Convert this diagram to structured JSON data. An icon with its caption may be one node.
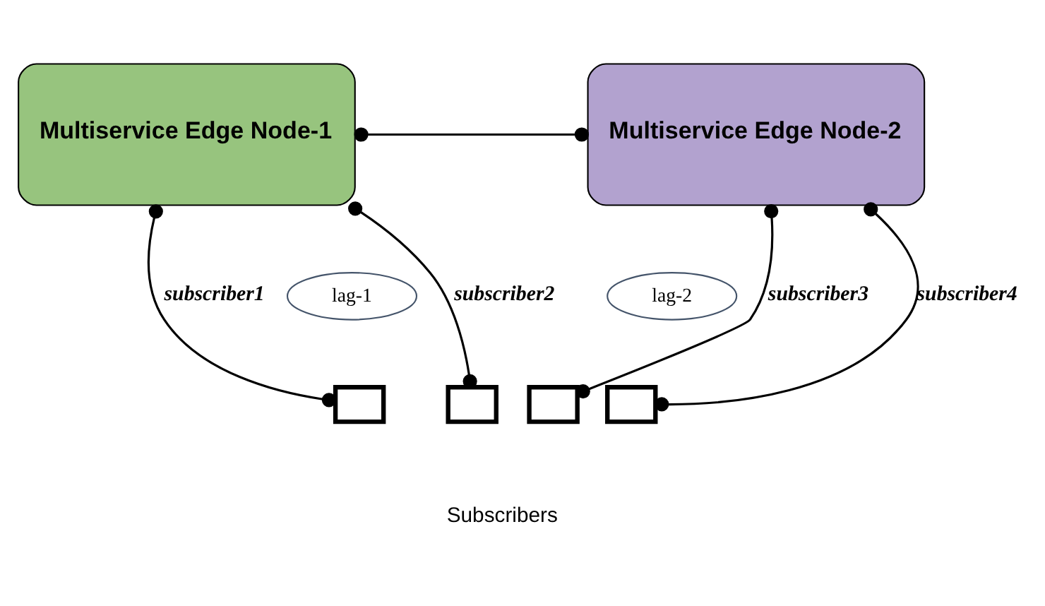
{
  "diagram": {
    "nodes": [
      {
        "text": [
          "Multiservice Edge Node-1"
        ]
      },
      {
        "text": [
          "Multiservice Edge Node-2"
        ]
      },
      {
        "text": [
          "lag-1"
        ]
      },
      {
        "text": [
          "lag-2"
        ]
      },
      {
        "text": [],
        "shape": "box"
      },
      {
        "text": [],
        "shape": "box"
      },
      {
        "text": [],
        "shape": "box"
      },
      {
        "text": [],
        "shape": "box"
      }
    ],
    "edges": [
      {
        "from": 0,
        "to": 1,
        "arrow": "other"
      },
      {
        "from": 0,
        "to": 4,
        "arrow": "other",
        "label": "subscriber1"
      },
      {
        "from": 0,
        "to": 5,
        "arrow": "other",
        "label": "subscriber2"
      },
      {
        "from": 1,
        "to": 6,
        "arrow": "other",
        "label": "subscriber3"
      },
      {
        "from": 1,
        "to": 7,
        "arrow": "other",
        "label": "subscriber4"
      }
    ],
    "labels": [
      "Subscribers"
    ]
  }
}
